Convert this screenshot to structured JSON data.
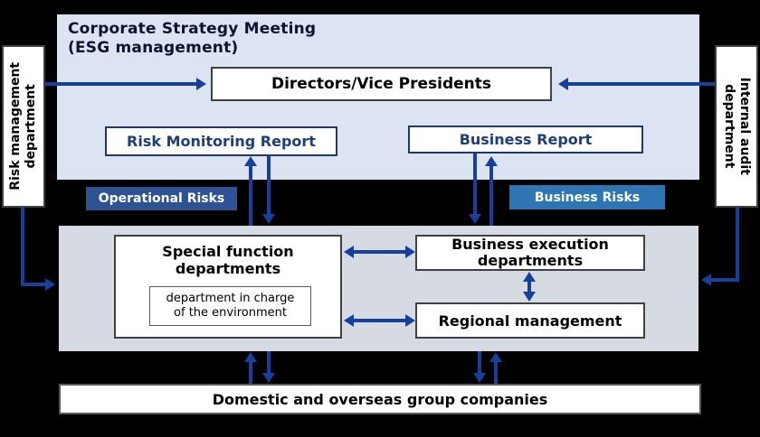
{
  "colors": {
    "background": "#000000",
    "panel_top": "#dce3f3",
    "panel_bottom": "#d6dae2",
    "arrow": "#17409c",
    "navy_border": "#1f3864",
    "navy_text": "#1f3e78",
    "operational_risks_bg": "#2e5395",
    "business_risks_bg": "#2e75b6"
  },
  "top_panel": {
    "title": "Corporate Strategy Meeting\n(ESG management)",
    "directors_box": "Directors/Vice Presidents",
    "risk_monitoring_report": "Risk Monitoring Report",
    "business_report": "Business Report"
  },
  "labels": {
    "operational_risks": "Operational Risks",
    "business_risks": "Business Risks"
  },
  "side": {
    "left_box": "Risk management\ndepartment",
    "right_box": "Internal audit\ndepartment"
  },
  "bottom_panel": {
    "special_function": "Special function\ndepartments",
    "environment_sub": "department in charge\nof the environment",
    "business_execution": "Business execution\ndepartments",
    "regional_management": "Regional management"
  },
  "footer": {
    "group_companies": "Domestic and overseas group companies"
  }
}
